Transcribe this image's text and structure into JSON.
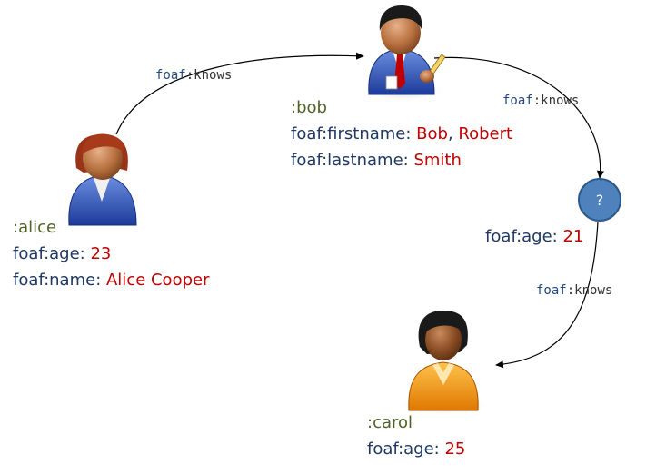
{
  "colors": {
    "node_id": "#4f6228",
    "prefix": "#1f3864",
    "literal": "#c00000",
    "blank_node_fill": "#4f81bd",
    "blank_node_stroke": "#2c5a8c"
  },
  "edges": [
    {
      "prefix": "foaf",
      "sep": ":",
      "local": "knows"
    },
    {
      "prefix": "foaf",
      "sep": ":",
      "local": "knows"
    },
    {
      "prefix": "foaf",
      "sep": ":",
      "local": "knows"
    }
  ],
  "nodes": {
    "alice": {
      "icon": "woman-person-icon",
      "id": ":alice",
      "props": [
        {
          "prefix": "foaf",
          "name": ":age: ",
          "values": [
            "23"
          ]
        },
        {
          "prefix": "foaf",
          "name": ":name: ",
          "values": [
            "Alice Cooper"
          ]
        }
      ]
    },
    "bob": {
      "icon": "man-with-pen-icon",
      "id": ":bob",
      "props": [
        {
          "prefix": "foaf",
          "name": ":firstname: ",
          "values": [
            "Bob",
            "Robert"
          ],
          "sep": ", "
        },
        {
          "prefix": "foaf",
          "name": ":lastname: ",
          "values": [
            "Smith"
          ]
        }
      ]
    },
    "blank": {
      "symbol": "?",
      "props": [
        {
          "prefix": "foaf",
          "name": ":age: ",
          "values": [
            "21"
          ]
        }
      ]
    },
    "carol": {
      "icon": "woman-person-icon",
      "id": ":carol",
      "props": [
        {
          "prefix": "foaf",
          "name": ":age: ",
          "values": [
            "25"
          ]
        }
      ]
    }
  }
}
